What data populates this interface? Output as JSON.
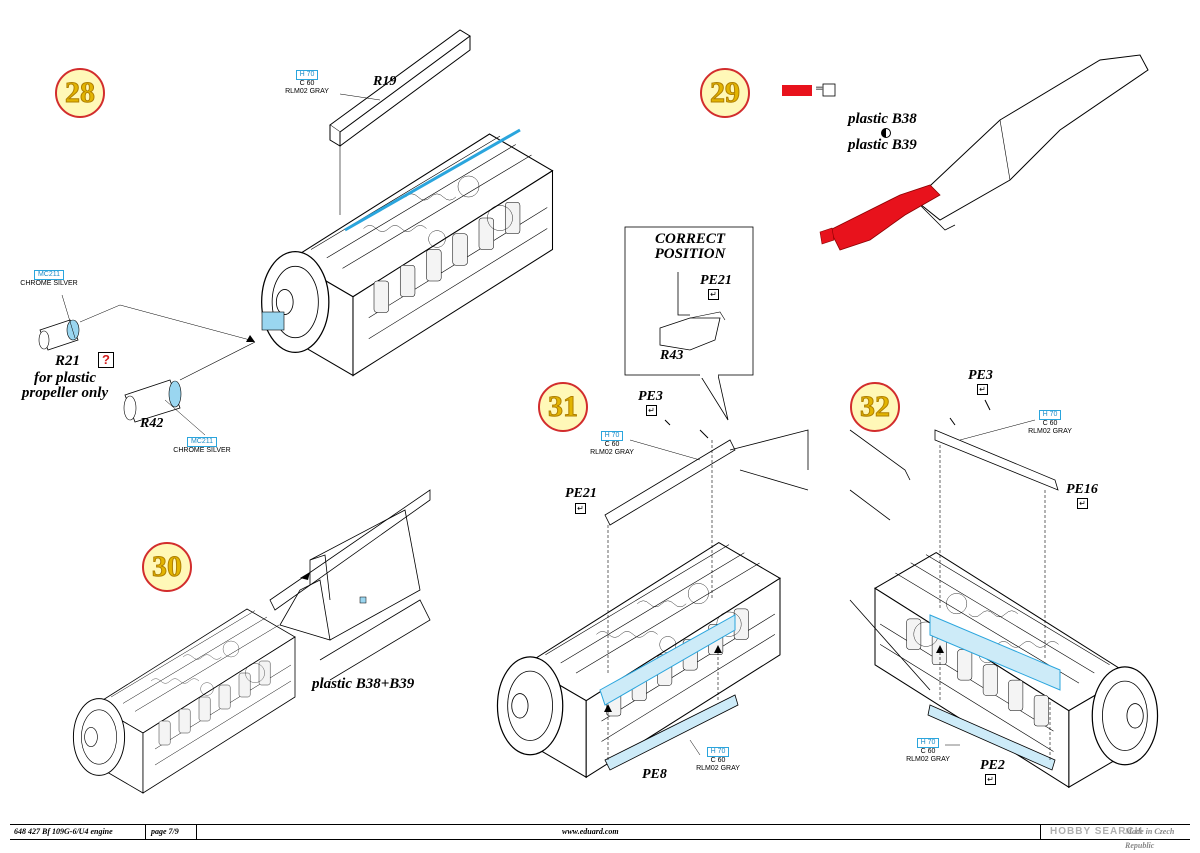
{
  "steps": {
    "s28": "28",
    "s29": "29",
    "s30": "30",
    "s31": "31",
    "s32": "32"
  },
  "paints": {
    "h70": "H 70",
    "c60": "C 60",
    "rlm02": "RLM02 GRAY",
    "mc211": "MC211",
    "chrome": "CHROME SILVER"
  },
  "labels": {
    "r19": "R19",
    "r21": "R21",
    "for_plastic": "for plastic",
    "propeller_only": "propeller only",
    "r42": "R42",
    "plastic_b38": "plastic B38",
    "plastic_b39": "plastic B39",
    "correct": "CORRECT",
    "position": "POSITION",
    "pe21": "PE21",
    "r43": "R43",
    "pe3": "PE3",
    "pe8": "PE8",
    "pe16": "PE16",
    "pe2": "PE2",
    "plastic_b38_b39": "plastic B38+B39"
  },
  "symbols": {
    "pe_bend": "↵",
    "question": "?",
    "equals": "="
  },
  "colors": {
    "highlight_red": "#e8121c",
    "paint_blue": "#2aa5dd",
    "step_yellow": "#e2b400",
    "step_ring": "#d22d2d"
  },
  "footer": {
    "catalog": "648 427  Bf 109G-6/U4 engine",
    "page": "page 7/9",
    "website": "www.eduard.com",
    "watermark": "HOBBY SEARCH",
    "made_in": "Made in Czech Republic"
  }
}
